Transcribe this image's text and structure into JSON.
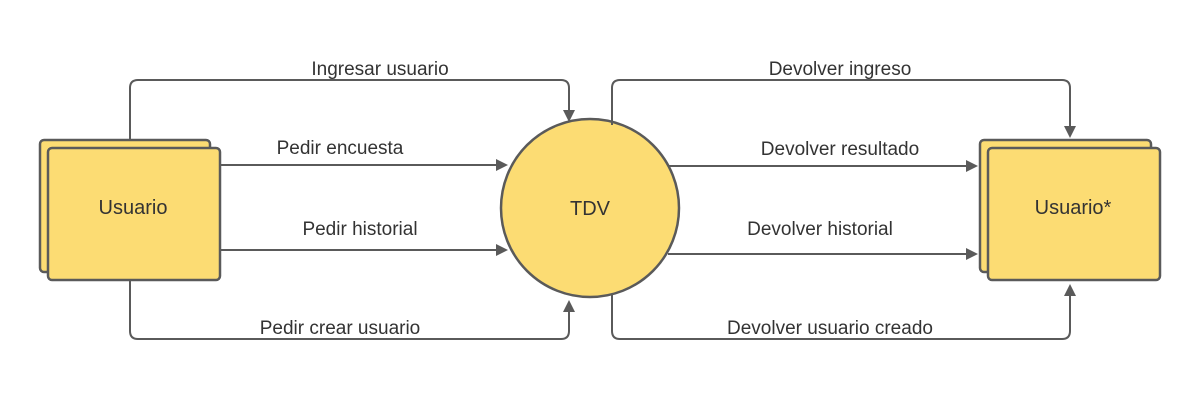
{
  "colors": {
    "node_fill": "#fcdc73",
    "stroke": "#5a5a5a",
    "text": "#333333",
    "background": "#ffffff"
  },
  "nodes": {
    "left": {
      "label": "Usuario"
    },
    "center": {
      "label": "TDV"
    },
    "right": {
      "label": "Usuario*"
    }
  },
  "edges": {
    "ingresar_usuario": "Ingresar usuario",
    "pedir_encuesta": "Pedir encuesta",
    "pedir_historial": "Pedir historial",
    "pedir_crear_usuario": "Pedir crear usuario",
    "devolver_ingreso": "Devolver ingreso",
    "devolver_resultado": "Devolver resultado",
    "devolver_historial": "Devolver historial",
    "devolver_usuario_creado": "Devolver usuario creado"
  }
}
